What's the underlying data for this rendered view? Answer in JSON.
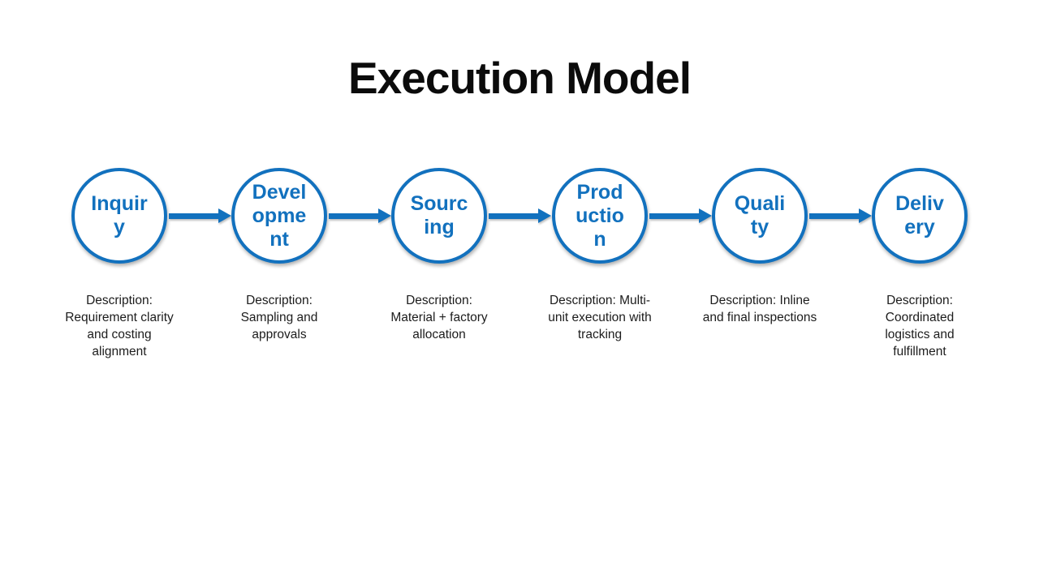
{
  "title": "Execution Model",
  "colors": {
    "accent_blue": "#1271BE",
    "title_text": "#0b0b0b",
    "body_text": "#1c1c1c",
    "background": "#ffffff"
  },
  "steps": [
    {
      "label": "Inquir\ny",
      "description": "Description:\nRequirement clarity\nand costing\nalignment"
    },
    {
      "label": "Devel\nopme\nnt",
      "description": "Description:\nSampling and\napprovals"
    },
    {
      "label": "Sourc\ning",
      "description": "Description:\nMaterial + factory\nallocation"
    },
    {
      "label": "Prod\nuctio\nn",
      "description": "Description: Multi-\nunit execution with\ntracking"
    },
    {
      "label": "Quali\nty",
      "description": "Description: Inline\nand final inspections"
    },
    {
      "label": "Deliv\nery",
      "description": "Description:\nCoordinated\nlogistics and\nfulfillment"
    }
  ]
}
